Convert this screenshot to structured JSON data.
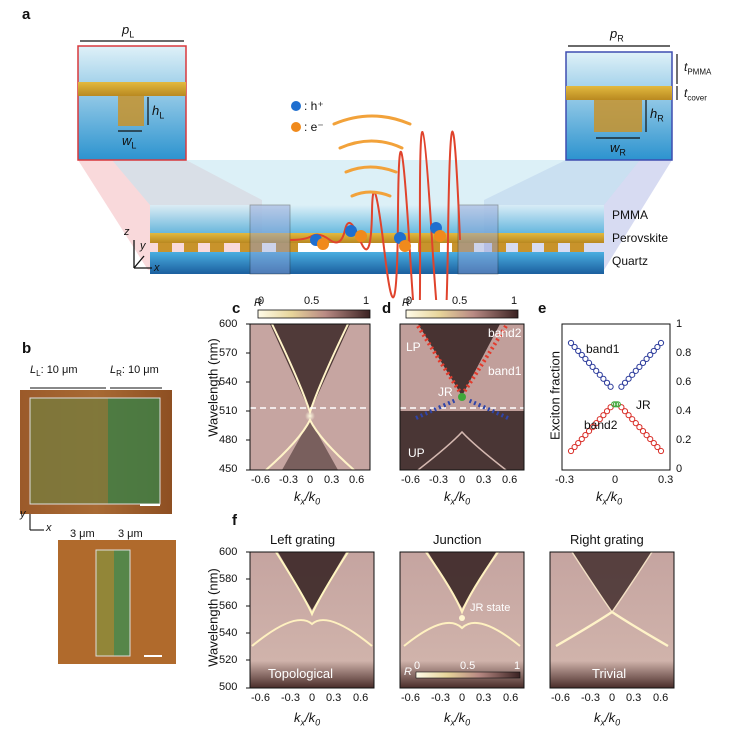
{
  "panels": {
    "a": "a",
    "b": "b",
    "c": "c",
    "d": "d",
    "e": "e",
    "f": "f"
  },
  "panel_a": {
    "left_inset": {
      "period": "p",
      "period_sub": "L",
      "height": "h",
      "height_sub": "L",
      "width": "w",
      "width_sub": "L"
    },
    "right_inset": {
      "period": "p",
      "period_sub": "R",
      "t_pmma": "t",
      "t_pmma_sub": "PMMA",
      "t_cover": "t",
      "t_cover_sub": "cover",
      "height": "h",
      "height_sub": "R",
      "width": "w",
      "width_sub": "R"
    },
    "legend_hole": ": h⁺",
    "legend_electron": ": e⁻",
    "layers": [
      "PMMA",
      "Perovskite",
      "Quartz"
    ],
    "axes": {
      "z": "z",
      "y": "y",
      "x": "x"
    }
  },
  "panel_b": {
    "lengths": "L",
    "len_l_sub": "L",
    "len_l_val": ": 10 μm",
    "len_r_sub": "R",
    "len_r_val": ": 10 μm",
    "width_l": "3 μm",
    "width_r": "3 μm",
    "axis_y": "y",
    "axis_x": "x"
  },
  "colorbar": {
    "label": "R",
    "ticks": [
      "0",
      "0.5",
      "1"
    ]
  },
  "panel_c": {
    "ylabel": "Wavelength (nm)",
    "yticks": [
      "600",
      "570",
      "540",
      "510",
      "480",
      "450"
    ],
    "xticks": [
      "-0.6",
      "-0.3",
      "0",
      "0.3",
      "0.6"
    ],
    "xlabel_k": "k",
    "xlabel_sub": "x",
    "xlabel_div": "/k",
    "xlabel_sub2": "0"
  },
  "panel_d": {
    "labels": {
      "lp": "LP",
      "jr": "JR",
      "band2": "band2",
      "band1": "band1",
      "up": "UP"
    }
  },
  "panel_e": {
    "ylabel": "Exciton fraction",
    "yticks": [
      "1",
      "0.8",
      "0.6",
      "0.4",
      "0.2",
      "0"
    ],
    "xticks": [
      "-0.3",
      "0",
      "0.3"
    ],
    "band1": "band1",
    "band2": "band2",
    "jr": "JR"
  },
  "panel_f": {
    "titles": [
      "Left grating",
      "Junction",
      "Right grating"
    ],
    "ylabel": "Wavelength (nm)",
    "yticks": [
      "600",
      "580",
      "560",
      "540",
      "520",
      "500"
    ],
    "captions": [
      "Topological",
      "",
      "Trivial"
    ],
    "jr_state": "JR state"
  },
  "colors": {
    "band1": "#2e3d9c",
    "band2": "#d9302a",
    "jr": "#3fa83a",
    "bg_map": "#c9a7a2",
    "dark_map": "#3a2626"
  }
}
